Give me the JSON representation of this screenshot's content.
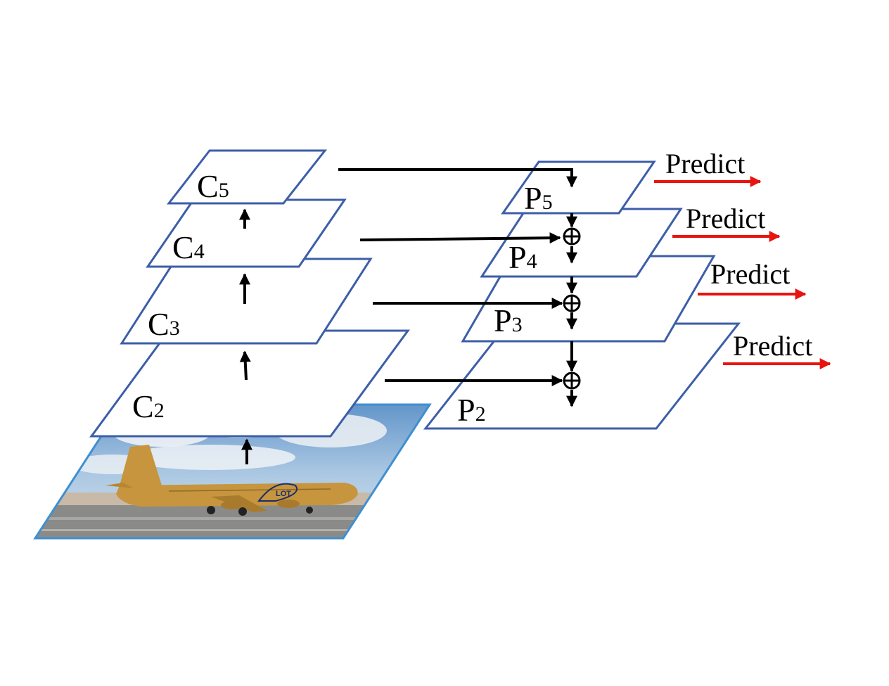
{
  "bottom_up": {
    "c2": {
      "letter": "C",
      "index": "2"
    },
    "c3": {
      "letter": "C",
      "index": "3"
    },
    "c4": {
      "letter": "C",
      "index": "4"
    },
    "c5": {
      "letter": "C",
      "index": "5"
    }
  },
  "top_down": {
    "p2": {
      "letter": "P",
      "index": "2"
    },
    "p3": {
      "letter": "P",
      "index": "3"
    },
    "p4": {
      "letter": "P",
      "index": "4"
    },
    "p5": {
      "letter": "P",
      "index": "5"
    }
  },
  "predict_labels": [
    "Predict",
    "Predict",
    "Predict",
    "Predict"
  ],
  "colors": {
    "plane_border": "#3d5ea8",
    "image_border": "#3f8fd0",
    "predict_arrow": "#e8140f",
    "arrow": "#000000"
  },
  "input_image": {
    "subject": "airplane-on-runway",
    "livery_text": "LOT"
  }
}
